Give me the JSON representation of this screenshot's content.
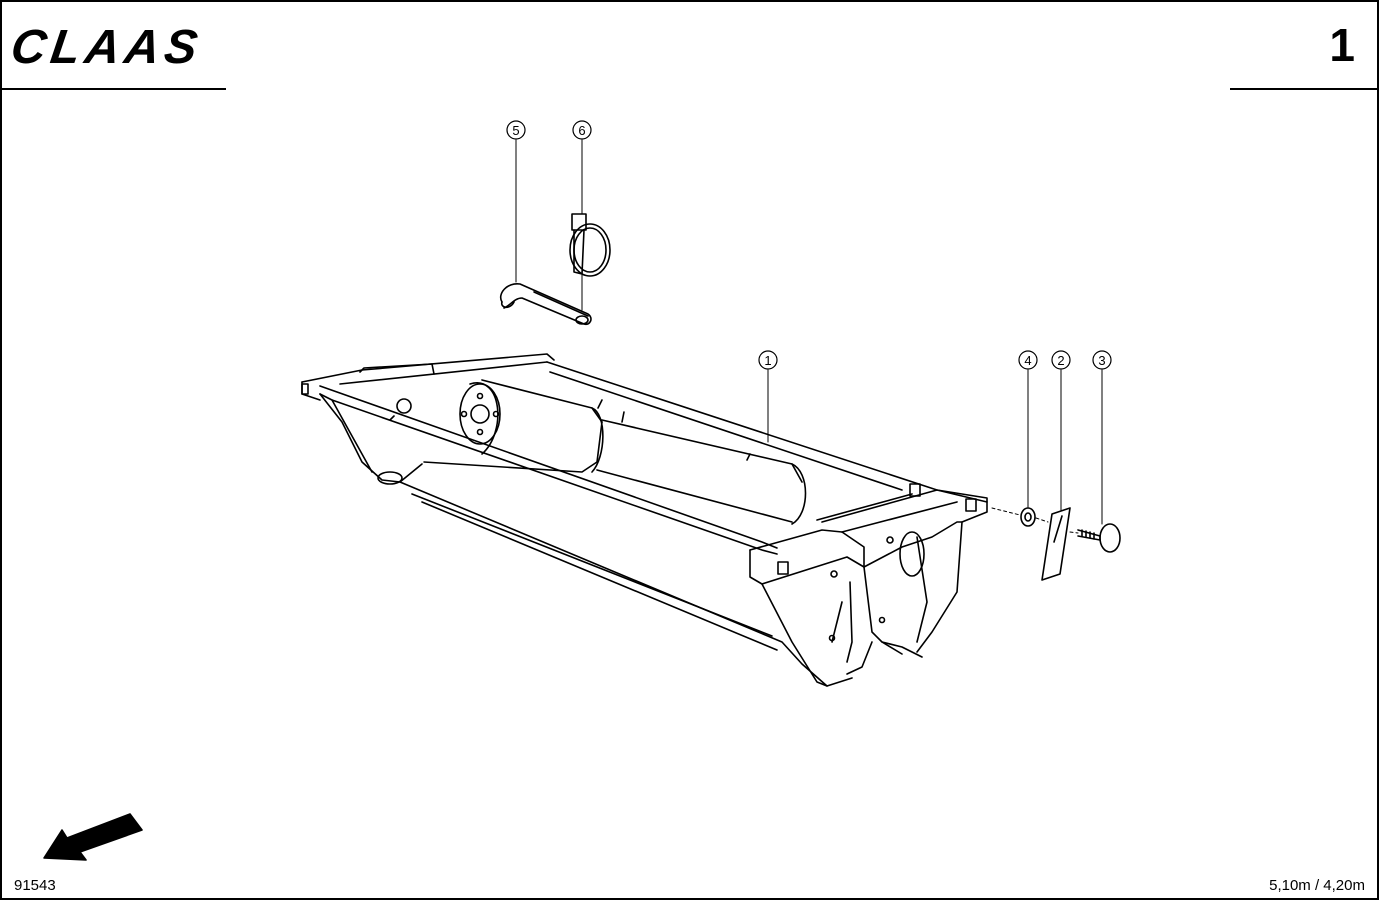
{
  "header": {
    "brand": "CLAAS",
    "page_number": "1"
  },
  "callouts": [
    {
      "id": "5",
      "label": "5"
    },
    {
      "id": "6",
      "label": "6"
    },
    {
      "id": "1",
      "label": "1"
    },
    {
      "id": "4",
      "label": "4"
    },
    {
      "id": "2",
      "label": "2"
    },
    {
      "id": "3",
      "label": "3"
    }
  ],
  "footer": {
    "drawing_number": "91543",
    "variant": "5,10m / 4,20m"
  },
  "icons": {
    "direction_arrow": "arrow-down-left-icon"
  }
}
